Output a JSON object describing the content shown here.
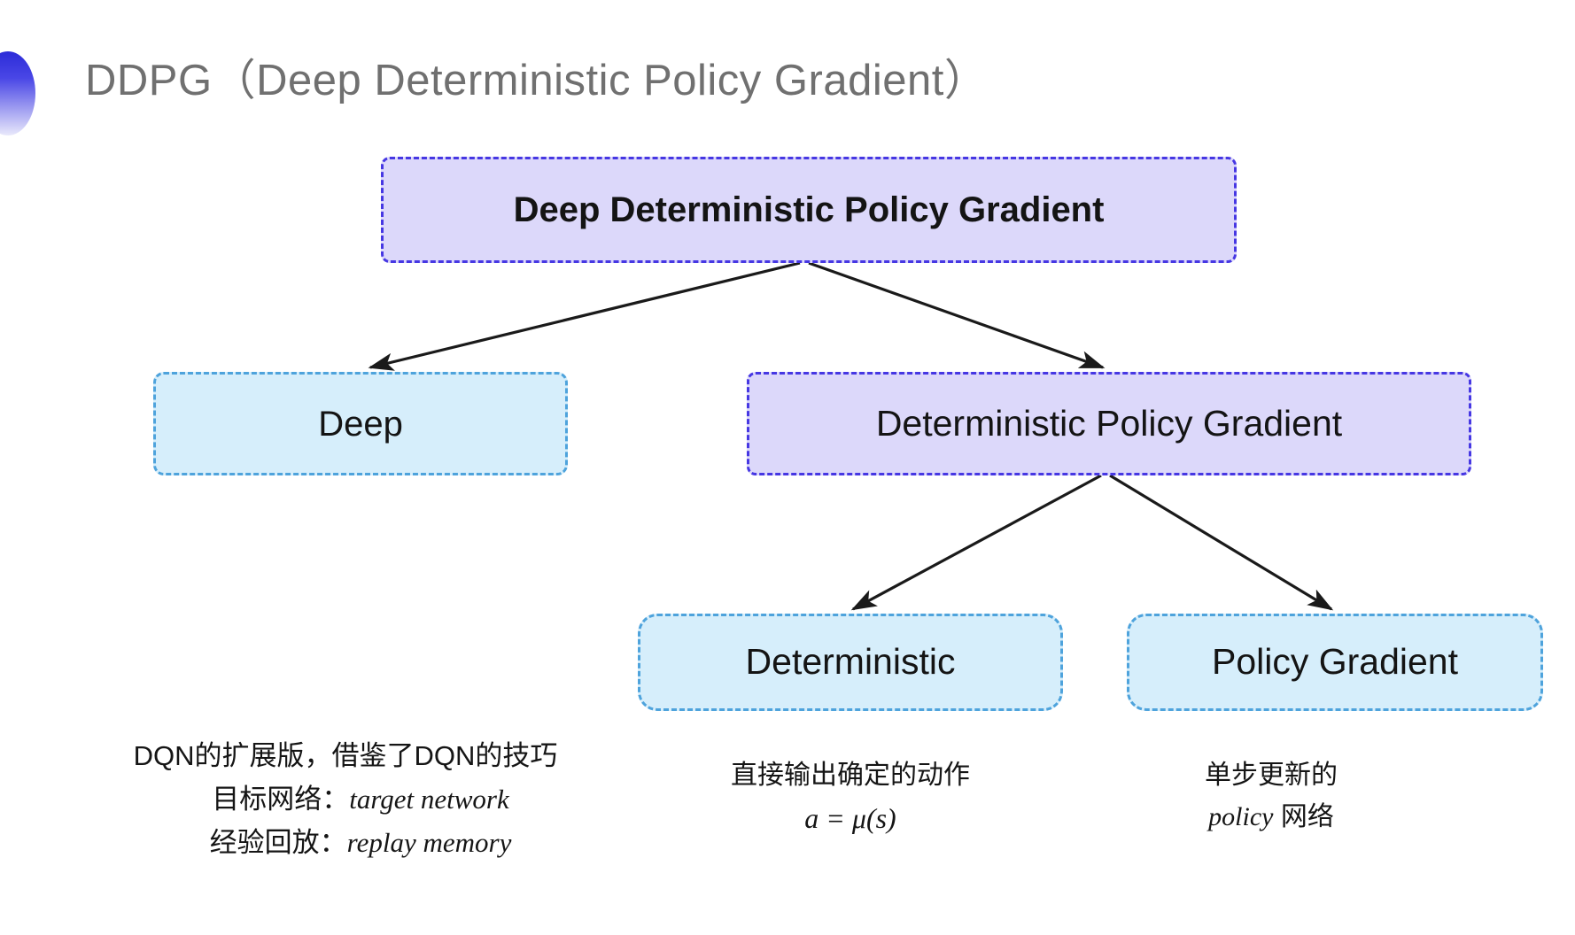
{
  "slide": {
    "title": "DDPG（Deep Deterministic Policy Gradient）",
    "background_color": "#ffffff",
    "bullet_gradient_from": "#2b2bd8",
    "bullet_gradient_to": "#e9e9fb",
    "title_color": "#707070"
  },
  "diagram": {
    "type": "tree",
    "colors": {
      "purple_fill": "#dcd8fa",
      "purple_border": "#4637e3",
      "blue_fill": "#d6eefb",
      "blue_border": "#4ea3dc",
      "arrow": "#1a1a1a"
    },
    "nodes": {
      "root": "Deep Deterministic Policy Gradient",
      "deep": "Deep",
      "dpg": "Deterministic Policy Gradient",
      "deterministic": "Deterministic",
      "policy_gradient": "Policy Gradient"
    },
    "edges": [
      {
        "from": "root",
        "to": "deep"
      },
      {
        "from": "root",
        "to": "dpg"
      },
      {
        "from": "dpg",
        "to": "deterministic"
      },
      {
        "from": "dpg",
        "to": "policy_gradient"
      }
    ]
  },
  "captions": {
    "deep": {
      "line1": "DQN的扩展版，借鉴了DQN的技巧",
      "line2_label": "目标网络：",
      "line2_term": "target network",
      "line3_label": "经验回放：",
      "line3_term": "replay memory"
    },
    "deterministic": {
      "line1": "直接输出确定的动作",
      "formula": "a = μ(s)"
    },
    "policy_gradient": {
      "line1": "单步更新的",
      "line2_term": "policy",
      "line2_rest": " 网络"
    }
  }
}
